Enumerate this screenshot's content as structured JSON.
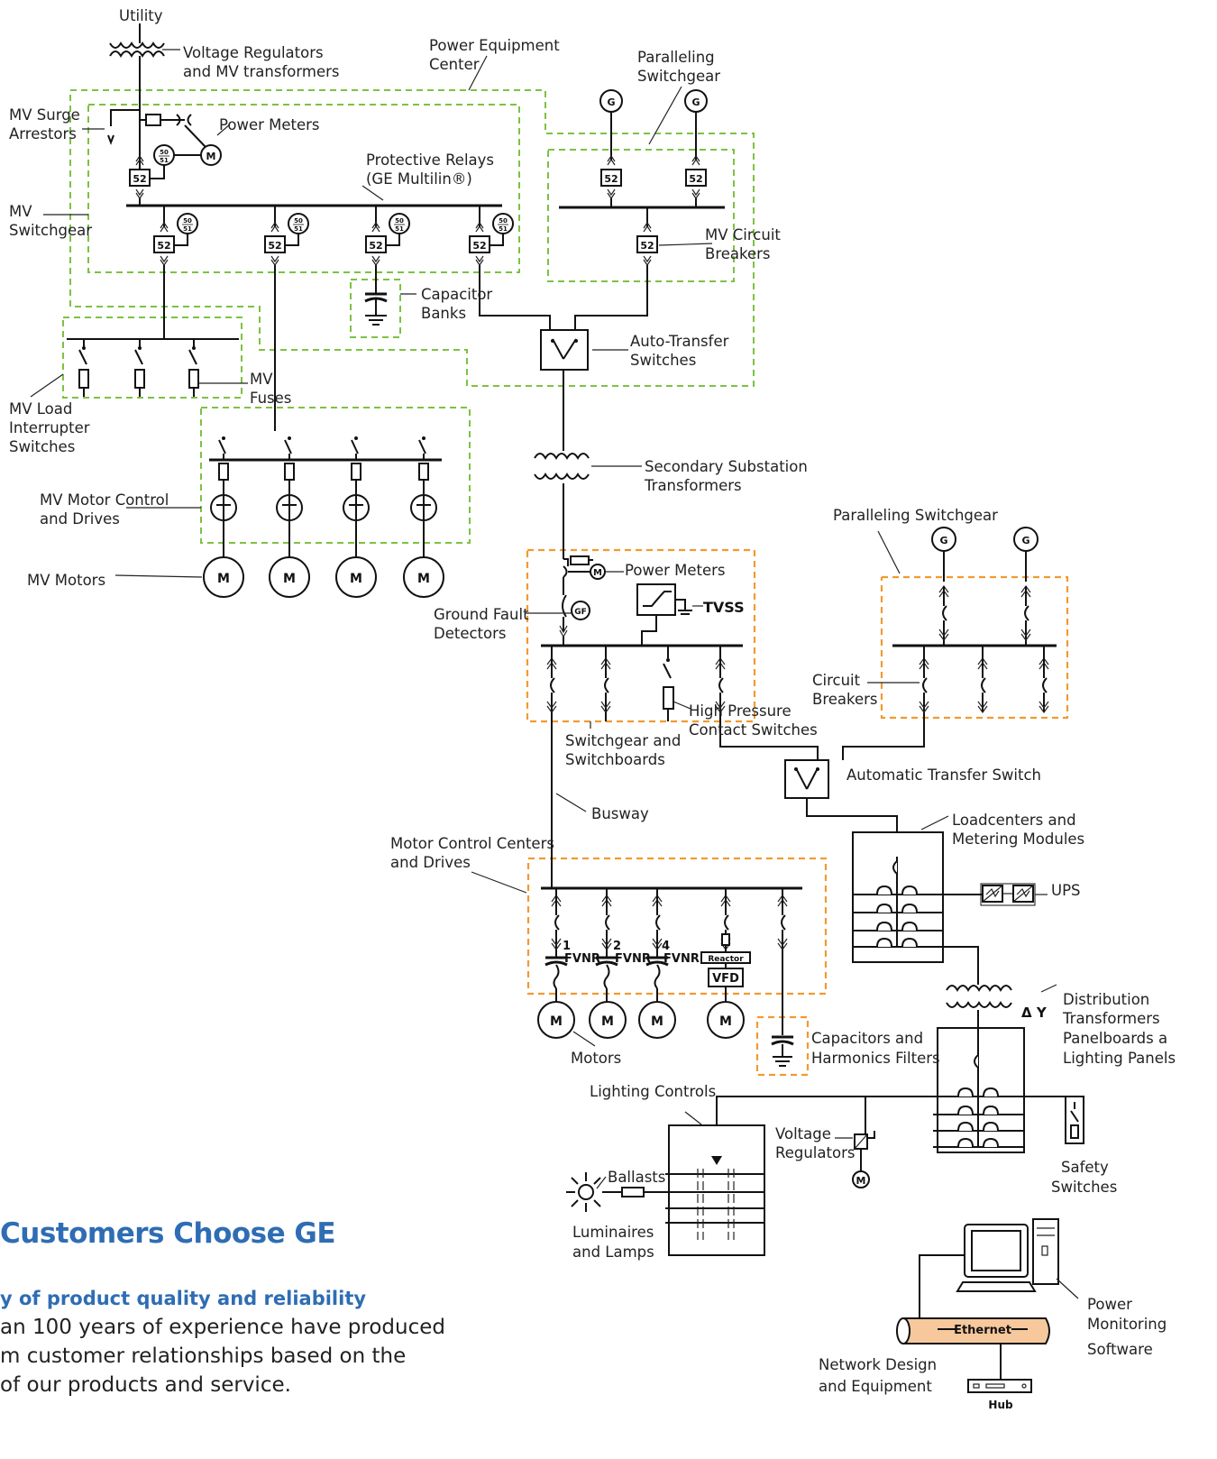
{
  "labels": {
    "utility": "Utility",
    "voltage_regulators_mv_1": "Voltage Regulators",
    "voltage_regulators_mv_2": "and MV transformers",
    "power_equipment_center_1": "Power Equipment",
    "power_equipment_center_2": "Center",
    "paralleling_switchgear_top_1": "Paralleling",
    "paralleling_switchgear_top_2": "Switchgear",
    "mv_surge_1": "MV Surge",
    "mv_surge_2": "Arrestors",
    "power_meters_top": "Power Meters",
    "protective_relays_1": "Protective Relays",
    "protective_relays_2": "(GE Multilin®)",
    "mv_switchgear_1": "MV",
    "mv_switchgear_2": "Switchgear",
    "mv_circuit_breakers_1": "MV Circuit",
    "mv_circuit_breakers_2": "Breakers",
    "capacitor_banks_1": "Capacitor",
    "capacitor_banks_2": "Banks",
    "auto_transfer_1": "Auto-Transfer",
    "auto_transfer_2": "Switches",
    "mv_fuses_1": "MV",
    "mv_fuses_2": "Fuses",
    "mv_load_1": "MV Load",
    "mv_load_2": "Interrupter",
    "mv_load_3": "Switches",
    "secondary_substation_1": "Secondary Substation",
    "secondary_substation_2": "Transformers",
    "mv_motor_control_1": "MV Motor Control",
    "mv_motor_control_2": "and Drives",
    "mv_motors": "MV Motors",
    "paralleling_switchgear_right": "Paralleling Switchgear",
    "power_meters_mid": "Power Meters",
    "tvss": "TVSS",
    "ground_fault_1": "Ground Fault",
    "ground_fault_2": "Detectors",
    "circuit_breakers_1": "Circuit",
    "circuit_breakers_2": "Breakers",
    "high_pressure_1": "High Pressure",
    "high_pressure_2": "Contact Switches",
    "switchgear_switchboards_1": "Switchgear and",
    "switchgear_switchboards_2": "Switchboards",
    "automatic_transfer_switch": "Automatic Transfer Switch",
    "busway": "Busway",
    "loadcenters_1": "Loadcenters and",
    "loadcenters_2": "Metering Modules",
    "mcc_1": "Motor Control Centers",
    "mcc_2": "and Drives",
    "ups": "UPS",
    "distribution_1": "Distribution",
    "distribution_2": "Transformers",
    "distribution_3": "Panelboards a",
    "distribution_4": "Lighting Panels",
    "motors": "Motors",
    "capacitors_harmonics_1": "Capacitors and",
    "capacitors_harmonics_2": "Harmonics Filters",
    "lighting_controls": "Lighting Controls",
    "voltage_regulators_low_1": "Voltage",
    "voltage_regulators_low_2": "Regulators",
    "safety_switches_1": "Safety",
    "safety_switches_2": "Switches",
    "ballasts": "Ballasts",
    "luminaires_1": "Luminaires",
    "luminaires_2": "and Lamps",
    "power_monitoring_1": "Power",
    "power_monitoring_2": "Monitoring",
    "power_monitoring_3": "Software",
    "network_design_1": "Network Design",
    "network_design_2": "and Equipment",
    "ethernet": "Ethernet",
    "hub": "Hub"
  },
  "symbols": {
    "breaker": "52",
    "relay_top": "50",
    "relay_bottom": "51",
    "generator": "G",
    "motor": "M",
    "ground_fault": "GF",
    "fvnr": "FVNR",
    "reactor": "Reactor",
    "vfd": "VFD",
    "delta_y": "Δ Y",
    "mcc_numbers": [
      "1",
      "2",
      "4"
    ]
  },
  "colors": {
    "mv_boundary": "#7cc242",
    "lv_boundary": "#f29a2e",
    "heading": "#2e6db4",
    "ethernet_fill": "#f7c89b"
  },
  "bottom": {
    "heading": "Customers Choose GE",
    "subheading": "y of product quality and reliability",
    "paragraph": "an 100 years of experience have produced\nm customer relationships based on the\nof our products and service."
  }
}
